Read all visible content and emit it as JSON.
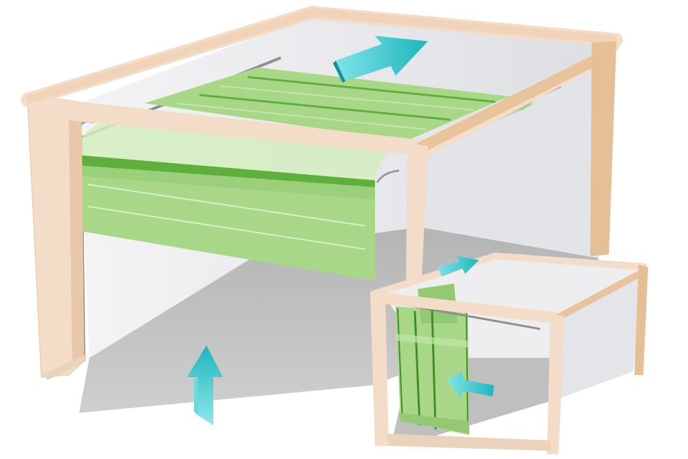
{
  "colors": {
    "frame": "#F3DCC8",
    "frame_edge": "#D9B58E",
    "wall": "#E6E7EB",
    "wall_light": "#F2F3F5",
    "floor": "#BDBDBD",
    "floor_dark": "#A9A9A9",
    "panel": "#A8D887",
    "panel_dark": "#5FAF3C",
    "panel_light": "#D4EDC0",
    "rail": "#8E8E8E",
    "arrow": "#23C4C8",
    "arrow_shade": "#168F97"
  },
  "icons": {
    "arrow_back": "arrow-back-icon",
    "arrow_up": "arrow-up-icon",
    "arrow_side_back": "arrow-side-back-icon",
    "arrow_side_in": "arrow-side-in-icon"
  },
  "diagram": {
    "main_garage": {
      "door_type": "sectional",
      "arrows": [
        "up",
        "back"
      ]
    },
    "small_garage": {
      "door_type": "side-sliding",
      "arrows": [
        "back",
        "in"
      ]
    }
  }
}
